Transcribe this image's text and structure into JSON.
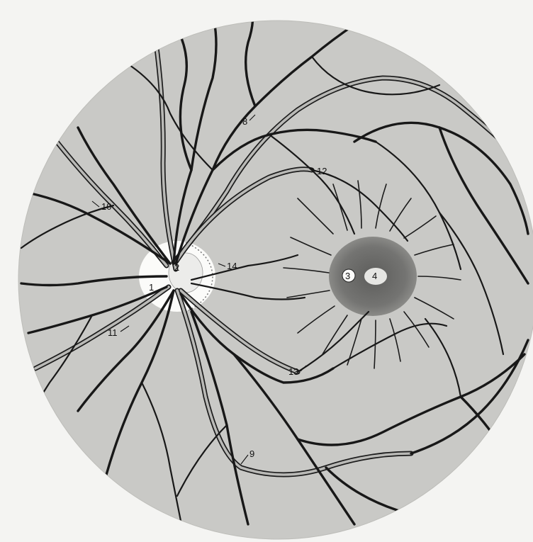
{
  "figure": {
    "labels": [
      {
        "id": "1",
        "text": "1"
      },
      {
        "id": "2",
        "text": "2"
      },
      {
        "id": "3",
        "text": "3"
      },
      {
        "id": "4",
        "text": "4"
      },
      {
        "id": "8",
        "text": "8"
      },
      {
        "id": "9",
        "text": "9"
      },
      {
        "id": "10",
        "text": "10"
      },
      {
        "id": "11",
        "text": "11"
      },
      {
        "id": "12",
        "text": "12"
      },
      {
        "id": "13",
        "text": "13"
      },
      {
        "id": "14",
        "text": "14"
      }
    ]
  },
  "colors": {
    "fundus": "#c9c9c6",
    "background": "#f4f4f2",
    "macula": "#6f6f6d",
    "fovea": "#e6e6e3",
    "disc": "#fbfbf9",
    "vessel": "#181818"
  }
}
